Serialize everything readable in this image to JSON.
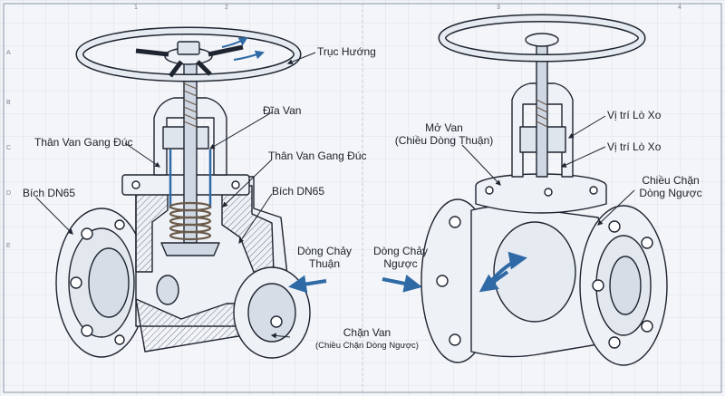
{
  "title": "",
  "frame": {
    "column_numbers": [
      "1",
      "2",
      "3",
      "4"
    ],
    "row_letters": [
      "A",
      "B",
      "C",
      "D",
      "E"
    ]
  },
  "labels": {
    "truc_huong": "Trục Hướng",
    "dia_van": "Đĩa Van",
    "than_van_1": "Thân Van Gang Đúc",
    "than_van_2": "Thân Van Gang Đúc",
    "bich_left": "Bích DN65",
    "bich_mid": "Bích DN65",
    "dong_chay_thuan_1": "Dòng Chảy",
    "dong_chay_thuan_2": "Thuận",
    "dong_chay_nguoc_1": "Dòng Chảy",
    "dong_chay_nguoc_2": "Ngược",
    "chan_van": "Chặn Van",
    "chan_van_sub": "(Chiều Chặn Dòng Ngược)",
    "mo_van_1": "Mở Van",
    "mo_van_2": "(Chiều Dòng Thuận)",
    "vi_tri_lo_xo_1": "Vị trí Lò Xo",
    "vi_tri_lo_xo_2": "Vị trí Lò Xo",
    "chieu_chan_1": "Chiều Chặn",
    "chieu_chan_2": "Dòng Ngược"
  },
  "colors": {
    "grid": "#c9d3e0",
    "line": "#1e2430",
    "metal": "#eef1f5",
    "hatch": "#6b7686",
    "arrow_blue": "#2f6aa6",
    "spring": "#6a5a4a"
  }
}
